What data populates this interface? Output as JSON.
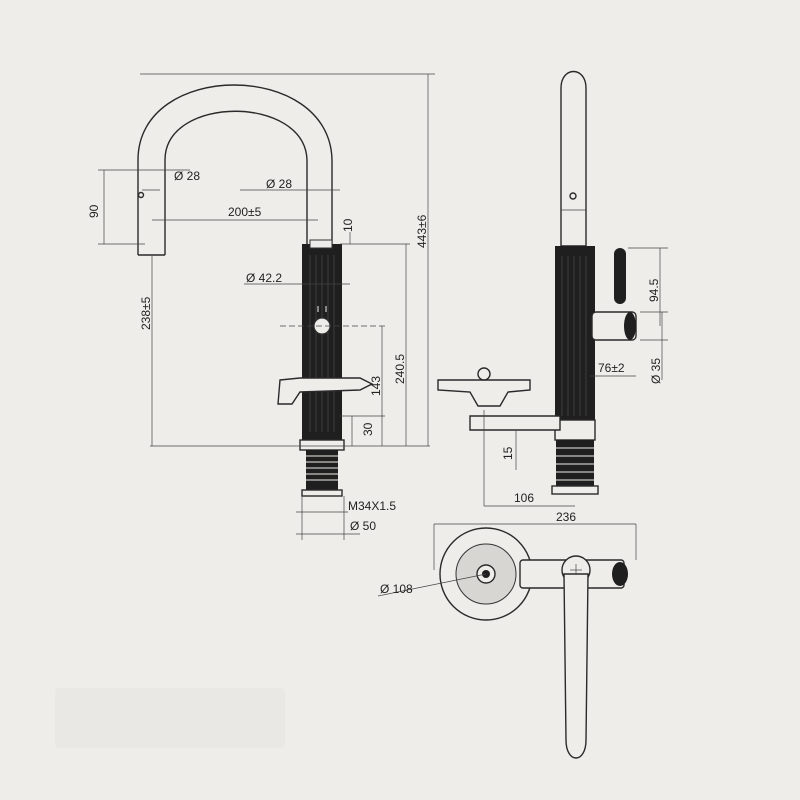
{
  "labels": {
    "d28_spout": "Ø 28",
    "d28_neck": "Ø 28",
    "len_90": "90",
    "len_200": "200±5",
    "len_10": "10",
    "d42": "Ø 42.2",
    "len_238": "238±5",
    "len_443": "443±6",
    "len_240": "240.5",
    "len_143": "143",
    "len_30": "30",
    "thread": "M34X1.5",
    "d50": "Ø 50",
    "len_94": "94.5",
    "len_76": "76±2",
    "d35": "Ø 35",
    "len_15": "15",
    "len_106": "106",
    "len_236": "236",
    "d108": "Ø 108"
  }
}
